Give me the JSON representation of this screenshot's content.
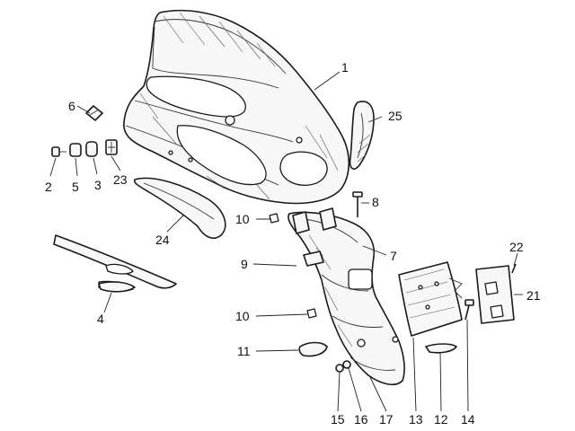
{
  "callouts": [
    {
      "key": "p1",
      "label": "1"
    },
    {
      "key": "p2",
      "label": "2"
    },
    {
      "key": "p3",
      "label": "3"
    },
    {
      "key": "p4",
      "label": "4"
    },
    {
      "key": "p5",
      "label": "5"
    },
    {
      "key": "p6",
      "label": "6"
    },
    {
      "key": "p7",
      "label": "7"
    },
    {
      "key": "p8",
      "label": "8"
    },
    {
      "key": "p9",
      "label": "9"
    },
    {
      "key": "p10a",
      "label": "10"
    },
    {
      "key": "p10b",
      "label": "10"
    },
    {
      "key": "p11",
      "label": "11"
    },
    {
      "key": "p12",
      "label": "12"
    },
    {
      "key": "p13",
      "label": "13"
    },
    {
      "key": "p14",
      "label": "14"
    },
    {
      "key": "p15",
      "label": "15"
    },
    {
      "key": "p16",
      "label": "16"
    },
    {
      "key": "p17",
      "label": "17"
    },
    {
      "key": "p21",
      "label": "21"
    },
    {
      "key": "p22",
      "label": "22"
    },
    {
      "key": "p23",
      "label": "23"
    },
    {
      "key": "p24",
      "label": "24"
    },
    {
      "key": "p25",
      "label": "25"
    }
  ],
  "colors": {
    "line": "#1a1a1a",
    "fill": "#f7f7f7",
    "background": "#ffffff"
  }
}
